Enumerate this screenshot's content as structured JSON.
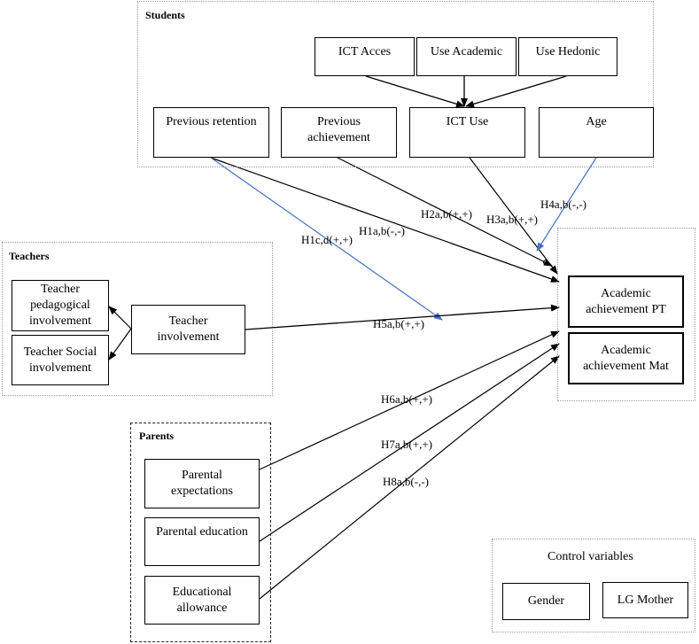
{
  "groups": {
    "students": "Students",
    "teachers": "Teachers",
    "parents": "Parents",
    "control": "Control variables"
  },
  "nodes": {
    "ict_acces": "ICT Acces",
    "use_academic": "Use Academic",
    "use_hedonic": "Use Hedonic",
    "previous_retention": "Previous retention",
    "previous_achievement": "Previous\nachievement",
    "ict_use": "ICT Use",
    "age": "Age",
    "teacher_pedagogical": "Teacher\npedagogical\ninvolvement",
    "teacher_social": "Teacher Social\ninvolvement",
    "teacher_involvement": "Teacher\ninvolvement",
    "academic_pt": "Academic\nachievement PT",
    "academic_mat": "Academic\nachievement Mat",
    "parental_expectations": "Parental\nexpectations",
    "parental_education": "Parental education",
    "educational_allowance": "Educational\nallowance",
    "gender": "Gender",
    "lg_mother": "LG Mother"
  },
  "hypotheses": {
    "h1ab": "H1a,b(-,-)",
    "h1cd": "H1c,d(+,+)",
    "h2ab": "H2a,b(+,+)",
    "h3ab": "H3a,b(+,+)",
    "h4ab": "H4a,b(-,-)",
    "h5ab": "H5a,b(+,+)",
    "h6ab": "H6a,b(+,+)",
    "h7ab": "H7a,b(+,+)",
    "h8ab": "H8a,b(-,-)"
  },
  "colors": {
    "direct_path": "#000000",
    "moderation_path": "#4472c4"
  }
}
